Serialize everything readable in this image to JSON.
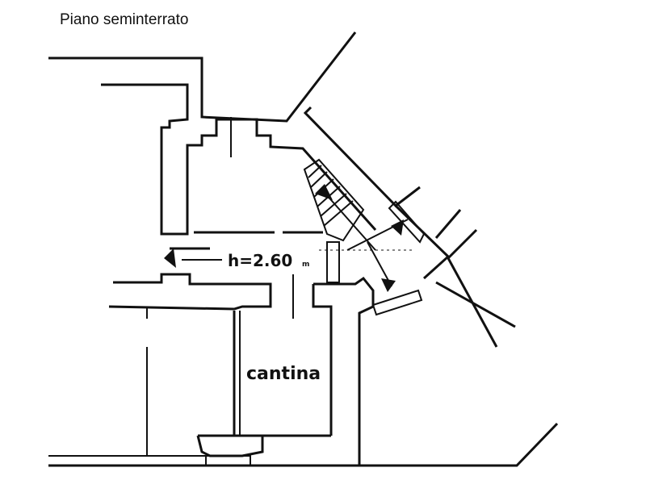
{
  "title": "Piano seminterrato",
  "plan": {
    "height_label": "h=2.60",
    "height_unit": "m",
    "room_label": "cantina"
  }
}
